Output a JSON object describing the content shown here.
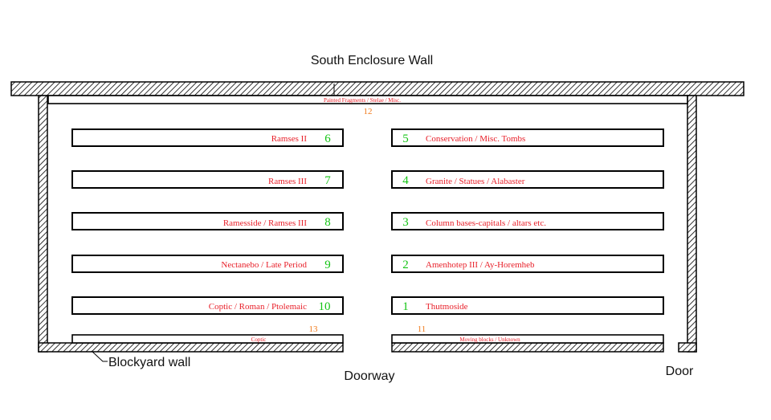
{
  "diagram": {
    "title": "South Enclosure Wall",
    "top_strip_label": "Painted Fragments / Stelae / Misc.",
    "top_number": "12",
    "left_column": [
      {
        "label": "Ramses II",
        "number": "6"
      },
      {
        "label": "Ramses III",
        "number": "7"
      },
      {
        "label": "Ramesside / Ramses III",
        "number": "8"
      },
      {
        "label": "Nectanebo / Late Period",
        "number": "9"
      },
      {
        "label": "Coptic / Roman / Ptolemaic",
        "number": "10"
      }
    ],
    "right_column": [
      {
        "label": "Conservation / Misc. Tombs",
        "number": "5"
      },
      {
        "label": "Granite / Statues / Alabaster",
        "number": "4"
      },
      {
        "label": "Column bases-capitals / altars etc.",
        "number": "3"
      },
      {
        "label": "Amenhotep III / Ay-Horemheb",
        "number": "2"
      },
      {
        "label": "Thutmoside",
        "number": "1"
      }
    ],
    "bottom_left": {
      "number": "13",
      "label": "Coptic"
    },
    "bottom_right": {
      "number": "11",
      "label": "Moving blocks / Unknown"
    },
    "blockyard_wall_label": "Blockyard wall",
    "doorway_label": "Doorway",
    "door_label": "Door",
    "colors": {
      "label_red": "#e8202a",
      "number_green": "#13c413",
      "number_orange": "#f07a1c",
      "outline": "#000000"
    }
  }
}
